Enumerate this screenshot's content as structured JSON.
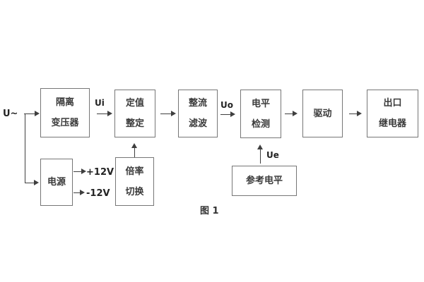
{
  "diagram": {
    "caption": "图 1",
    "colors": {
      "background": "#ffffff",
      "box_border": "#767676",
      "line": "#3f3f3f",
      "text": "#3a3a3a"
    },
    "signals": {
      "input": "U~",
      "ui": "Ui",
      "uo": "Uo",
      "ue": "Ue",
      "rail_positive": "+12V",
      "rail_negative": "-12V"
    },
    "blocks": {
      "isolation_transformer": {
        "line1": "隔离",
        "line2": "变压器"
      },
      "setting_adjust": {
        "line1": "定值",
        "line2": "整定"
      },
      "rectify_filter": {
        "line1": "整流",
        "line2": "滤波"
      },
      "level_detect": {
        "line1": "电平",
        "line2": "检测"
      },
      "drive": {
        "label": "驱动"
      },
      "output_relay": {
        "line1": "出口",
        "line2": "继电器"
      },
      "power": {
        "label": "电源"
      },
      "ratio_switch": {
        "line1": "倍率",
        "line2": "切换"
      },
      "reference_level": {
        "label": "参考电平"
      }
    }
  }
}
